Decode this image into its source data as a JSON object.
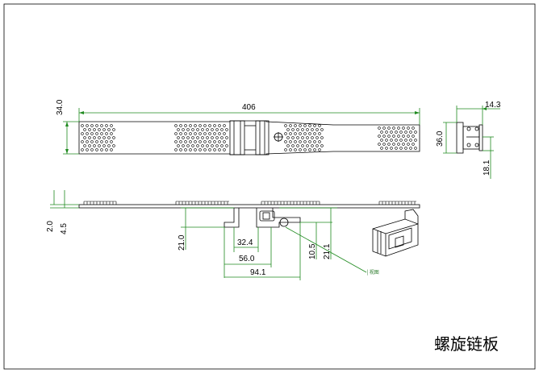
{
  "drawing": {
    "title": "螺旋链板",
    "note": "│视图"
  },
  "dimensions": {
    "top_length": "406",
    "top_width": "34.0",
    "side_width": "14.3",
    "side_height": "36.0",
    "side_bottom": "18.1",
    "front_thickness": "2.0",
    "front_thickness2": "4.5",
    "front_drop": "21.0",
    "front_w1": "32.4",
    "front_w2": "56.0",
    "front_w3": "94.1",
    "front_h1": "10.5",
    "front_h2": "21.1"
  },
  "colors": {
    "dimension_line": "#1f8a1f",
    "outline": "#000000"
  }
}
